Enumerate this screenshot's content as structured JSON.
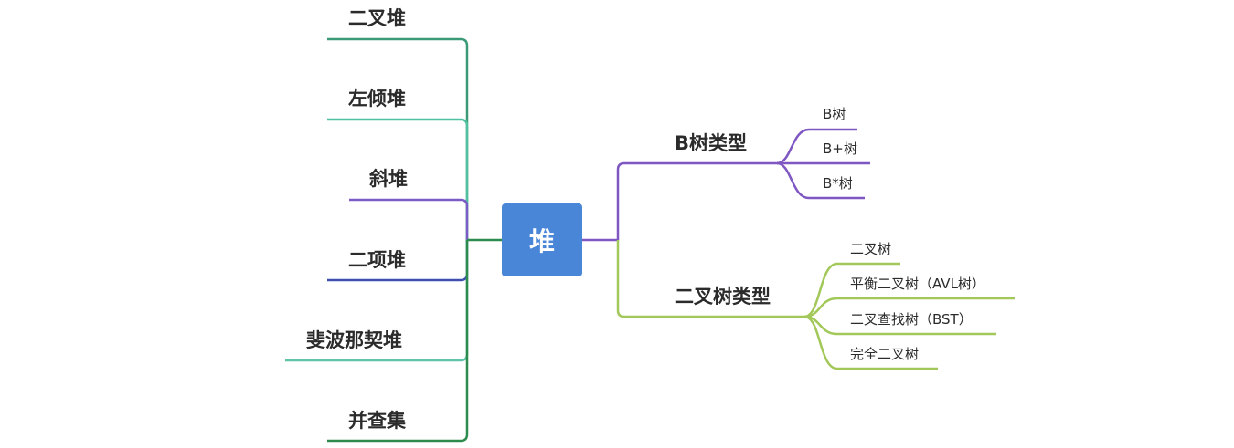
{
  "center": {
    "label": "堆",
    "color": "#4a86d8"
  },
  "left_branches": [
    {
      "label": "二叉堆",
      "color": "#3a9a77"
    },
    {
      "label": "左倾堆",
      "color": "#4fc1a0"
    },
    {
      "label": "斜堆",
      "color": "#7b5cc7"
    },
    {
      "label": "二项堆",
      "color": "#3d4fb0"
    },
    {
      "label": "斐波那契堆",
      "color": "#5fc4a8"
    },
    {
      "label": "并查集",
      "color": "#2e8b4e"
    }
  ],
  "right_branches": [
    {
      "label": "B树类型",
      "color": "#7e57c2",
      "children": [
        "B树",
        "B+树",
        "B*树"
      ]
    },
    {
      "label": "二叉树类型",
      "color": "#a3c85a",
      "children": [
        "二叉树",
        "平衡二叉树（AVL树）",
        "二叉查找树（BST）",
        "完全二叉树"
      ]
    }
  ]
}
